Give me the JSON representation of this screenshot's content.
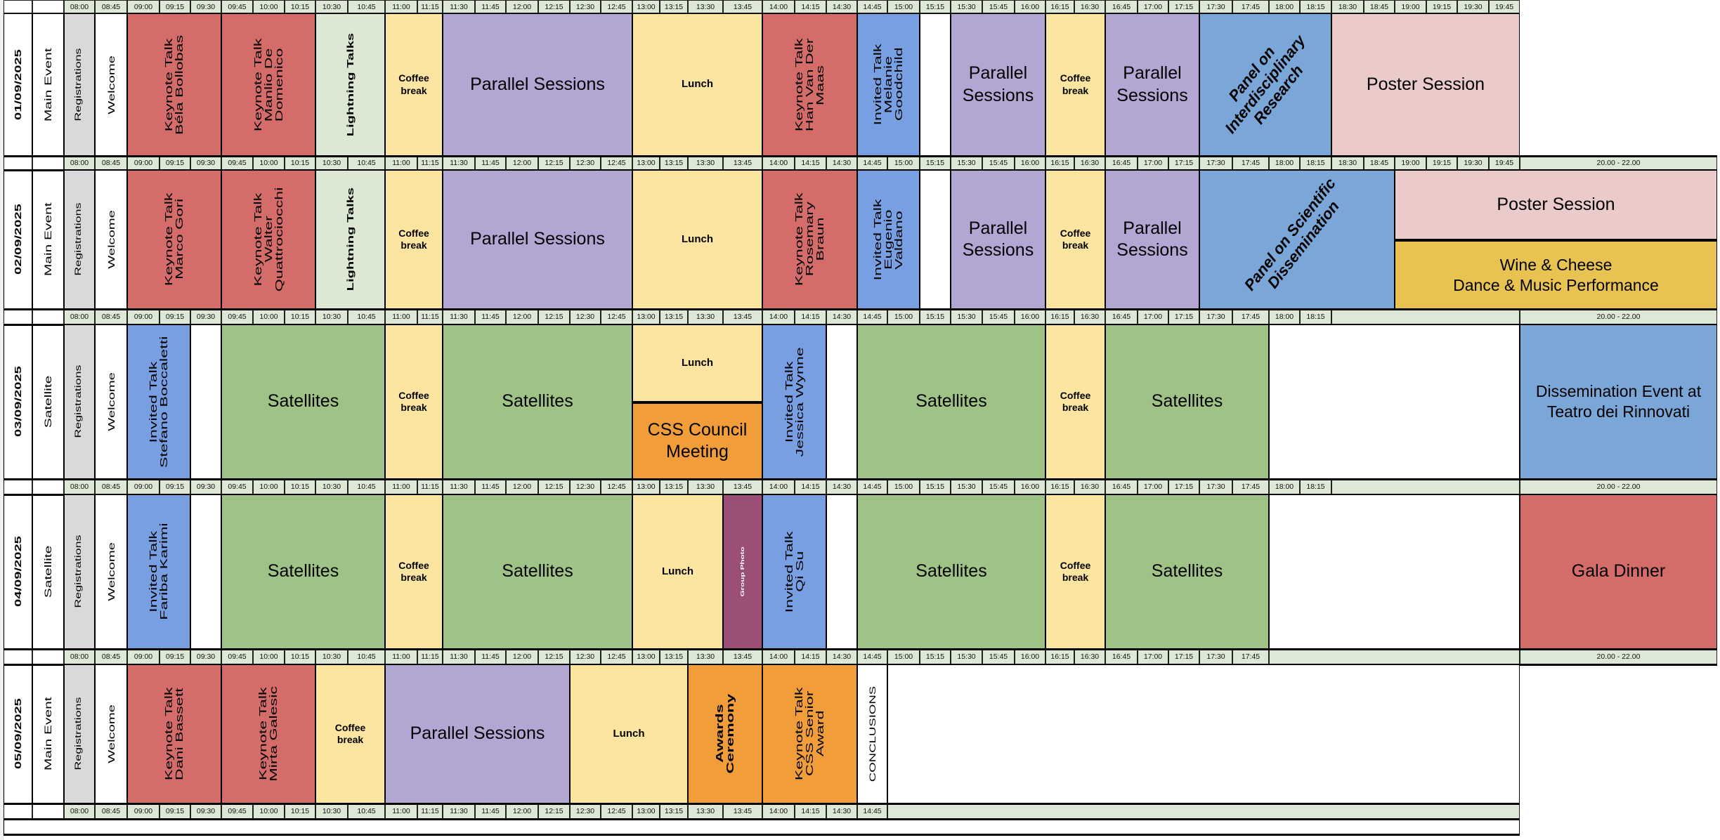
{
  "time_slots": [
    "08:00",
    "08:45",
    "09:00",
    "09:15",
    "09:30",
    "09:45",
    "10:00",
    "10:15",
    "10:30",
    "10:45",
    "11:00",
    "11:15",
    "11:30",
    "11:45",
    "12:00",
    "12:15",
    "12:30",
    "12:45",
    "13:00",
    "13:15",
    "13:30",
    "13:45",
    "14:00",
    "14:15",
    "14:30",
    "14:45",
    "15:00",
    "15:15",
    "15:30",
    "15:45",
    "16:00",
    "16:15",
    "16:30",
    "16:45",
    "17:00",
    "17:15",
    "17:30",
    "17:45",
    "18:00",
    "18:15",
    "18:30",
    "18:45",
    "19:00",
    "19:15",
    "19:30",
    "19:45"
  ],
  "evening_slot": "20.00 - 22.00",
  "time_headers": [
    {
      "last": "19:45",
      "evening": false
    },
    {
      "last": "19:45",
      "evening": true
    },
    {
      "last": "18:15",
      "evening": true
    },
    {
      "last": "18:15",
      "evening": true
    },
    {
      "last": "17:45",
      "evening": true
    },
    {
      "last": "14:45",
      "evening": false
    }
  ],
  "colors": {
    "registration": "#d9d9d9",
    "welcome": "#ffffff",
    "keynote": "#d46c6a",
    "invited": "#789fe2",
    "lightning": "#dce8d4",
    "coffee": "#fbe5a1",
    "parallel": "#b2a6d3",
    "lunch": "#fbe5a1",
    "panel": "#7ba6d8",
    "poster": "#eacbca",
    "wine": "#e9c352",
    "satellite": "#9fc386",
    "council": "#f19e3a",
    "dissemination": "#7ba6d8",
    "gala": "#d46c6a",
    "groupphoto": "#9b4f76",
    "awards": "#f19e3a",
    "senior": "#f19e3a",
    "conclusions": "#ffffff",
    "empty": "#ffffff",
    "header": "#dde9d6"
  },
  "days": [
    {
      "date": "01/09/2025",
      "type": "Main Event",
      "events": [
        {
          "start": "08:00",
          "end": "08:00",
          "kind": "registration",
          "text": "Registrations"
        },
        {
          "start": "08:45",
          "end": "08:45",
          "kind": "welcome",
          "text": "Welcome"
        },
        {
          "start": "09:00",
          "end": "09:30",
          "kind": "keynote",
          "text": "Keynote Talk\nBéla Bollobas"
        },
        {
          "start": "09:45",
          "end": "10:15",
          "kind": "keynote",
          "text": "Keynote Talk\nManlio De\nDomenico"
        },
        {
          "start": "10:30",
          "end": "10:45",
          "kind": "lightning",
          "text": "Lightning Talks"
        },
        {
          "start": "11:00",
          "end": "11:15",
          "kind": "coffee",
          "text": "Coffee\nbreak"
        },
        {
          "start": "11:30",
          "end": "12:45",
          "kind": "parallel",
          "text": "Parallel Sessions"
        },
        {
          "start": "13:00",
          "end": "13:45",
          "kind": "lunch",
          "text": "Lunch"
        },
        {
          "start": "14:00",
          "end": "14:30",
          "kind": "keynote",
          "text": "Keynote Talk\nHan Van Der\nMaas"
        },
        {
          "start": "14:45",
          "end": "15:00",
          "kind": "invited",
          "text": "Invited Talk\nMelanie\nGoodchild"
        },
        {
          "start": "15:15",
          "end": "15:15",
          "kind": "empty",
          "text": ""
        },
        {
          "start": "15:30",
          "end": "16:00",
          "kind": "parallel",
          "text": "Parallel\nSessions"
        },
        {
          "start": "16:15",
          "end": "16:30",
          "kind": "coffee",
          "text": "Coffee\nbreak"
        },
        {
          "start": "16:45",
          "end": "17:15",
          "kind": "parallel",
          "text": "Parallel\nSessions"
        },
        {
          "start": "17:30",
          "end": "18:15",
          "kind": "panel",
          "text": "Panel on\nInterdisciplinary\nResearch"
        },
        {
          "start": "18:30",
          "end": "19:45",
          "kind": "poster",
          "text": "Poster Session"
        }
      ]
    },
    {
      "date": "02/09/2025",
      "type": "Main Event",
      "events": [
        {
          "start": "08:00",
          "end": "08:00",
          "kind": "registration",
          "text": "Registrations"
        },
        {
          "start": "08:45",
          "end": "08:45",
          "kind": "welcome",
          "text": "Welcome"
        },
        {
          "start": "09:00",
          "end": "09:30",
          "kind": "keynote",
          "text": "Keynote Talk\nMarco Gori"
        },
        {
          "start": "09:45",
          "end": "10:15",
          "kind": "keynote",
          "text": "Keynote Talk\nWalter\nQuattrociocchi"
        },
        {
          "start": "10:30",
          "end": "10:45",
          "kind": "lightning",
          "text": "Lightning Talks"
        },
        {
          "start": "11:00",
          "end": "11:15",
          "kind": "coffee",
          "text": "Coffee\nbreak"
        },
        {
          "start": "11:30",
          "end": "12:45",
          "kind": "parallel",
          "text": "Parallel Sessions"
        },
        {
          "start": "13:00",
          "end": "13:45",
          "kind": "lunch",
          "text": "Lunch"
        },
        {
          "start": "14:00",
          "end": "14:30",
          "kind": "keynote",
          "text": "Keynote Talk\nRosemary\nBraun"
        },
        {
          "start": "14:45",
          "end": "15:00",
          "kind": "invited",
          "text": "Invited Talk\nEugenio\nValdano"
        },
        {
          "start": "15:15",
          "end": "15:15",
          "kind": "empty",
          "text": ""
        },
        {
          "start": "15:30",
          "end": "16:00",
          "kind": "parallel",
          "text": "Parallel\nSessions"
        },
        {
          "start": "16:15",
          "end": "16:30",
          "kind": "coffee",
          "text": "Coffee\nbreak"
        },
        {
          "start": "16:45",
          "end": "17:15",
          "kind": "parallel",
          "text": "Parallel\nSessions"
        },
        {
          "start": "17:30",
          "end": "18:45",
          "kind": "panel",
          "text": "Panel on Scientific\nDissemination"
        },
        {
          "start": "19:00",
          "end": "20-22",
          "kind": "poster",
          "half": "top",
          "text": "Poster Session"
        },
        {
          "start": "19:00",
          "end": "20-22",
          "kind": "wine",
          "half": "bottom",
          "text": "Wine & Cheese\nDance & Music Performance"
        }
      ]
    },
    {
      "date": "03/09/2025",
      "type": "Satellite",
      "events": [
        {
          "start": "08:00",
          "end": "08:00",
          "kind": "registration",
          "text": "Registrations"
        },
        {
          "start": "08:45",
          "end": "08:45",
          "kind": "welcome",
          "text": "Welcome"
        },
        {
          "start": "09:00",
          "end": "09:15",
          "kind": "invited",
          "text": "Invited Talk\nStefano Boccaletti"
        },
        {
          "start": "09:30",
          "end": "09:30",
          "kind": "empty",
          "text": ""
        },
        {
          "start": "09:45",
          "end": "10:45",
          "kind": "satellite",
          "text": "Satellites"
        },
        {
          "start": "11:00",
          "end": "11:15",
          "kind": "coffee",
          "text": "Coffee\nbreak"
        },
        {
          "start": "11:30",
          "end": "12:45",
          "kind": "satellite",
          "text": "Satellites"
        },
        {
          "start": "13:00",
          "end": "13:45",
          "kind": "lunch",
          "half": "top",
          "text": "Lunch"
        },
        {
          "start": "13:00",
          "end": "13:45",
          "kind": "council",
          "half": "bottom",
          "text": "CSS Council\nMeeting"
        },
        {
          "start": "14:00",
          "end": "14:15",
          "kind": "invited",
          "text": "Invited Talk\nJessica Wynne"
        },
        {
          "start": "14:30",
          "end": "14:30",
          "kind": "empty",
          "text": ""
        },
        {
          "start": "14:45",
          "end": "16:00",
          "kind": "satellite",
          "text": "Satellites"
        },
        {
          "start": "16:15",
          "end": "16:30",
          "kind": "coffee",
          "text": "Coffee\nbreak"
        },
        {
          "start": "16:45",
          "end": "17:45",
          "kind": "satellite",
          "text": "Satellites"
        },
        {
          "start": "18:00",
          "end": "19:45",
          "kind": "empty",
          "text": ""
        },
        {
          "start": "20-22",
          "end": "20-22",
          "kind": "dissemination",
          "text": "Dissemination Event at\nTeatro dei Rinnovati"
        }
      ]
    },
    {
      "date": "04/09/2025",
      "type": "Satellite",
      "events": [
        {
          "start": "08:00",
          "end": "08:00",
          "kind": "registration",
          "text": "Registrations"
        },
        {
          "start": "08:45",
          "end": "08:45",
          "kind": "welcome",
          "text": "Welcome"
        },
        {
          "start": "09:00",
          "end": "09:15",
          "kind": "invited",
          "text": "Invited Talk\nFariba Karimi"
        },
        {
          "start": "09:30",
          "end": "09:30",
          "kind": "empty",
          "text": ""
        },
        {
          "start": "09:45",
          "end": "10:45",
          "kind": "satellite",
          "text": "Satellites"
        },
        {
          "start": "11:00",
          "end": "11:15",
          "kind": "coffee",
          "text": "Coffee\nbreak"
        },
        {
          "start": "11:30",
          "end": "12:45",
          "kind": "satellite",
          "text": "Satellites"
        },
        {
          "start": "13:00",
          "end": "13:30",
          "kind": "lunch",
          "text": "Lunch"
        },
        {
          "start": "13:45",
          "end": "13:45",
          "kind": "groupphoto",
          "text": "Group Photo"
        },
        {
          "start": "14:00",
          "end": "14:15",
          "kind": "invited",
          "text": "Invited Talk\nQi Su"
        },
        {
          "start": "14:30",
          "end": "14:30",
          "kind": "empty",
          "text": ""
        },
        {
          "start": "14:45",
          "end": "16:00",
          "kind": "satellite",
          "text": "Satellites"
        },
        {
          "start": "16:15",
          "end": "16:30",
          "kind": "coffee",
          "text": "Coffee\nbreak"
        },
        {
          "start": "16:45",
          "end": "17:45",
          "kind": "satellite",
          "text": "Satellites"
        },
        {
          "start": "18:00",
          "end": "19:45",
          "kind": "empty",
          "text": ""
        },
        {
          "start": "20-22",
          "end": "20-22",
          "kind": "gala",
          "text": "Gala Dinner"
        }
      ]
    },
    {
      "date": "05/09/2025",
      "type": "Main Event",
      "events": [
        {
          "start": "08:00",
          "end": "08:00",
          "kind": "registration",
          "text": "Registrations"
        },
        {
          "start": "08:45",
          "end": "08:45",
          "kind": "welcome",
          "text": "Welcome"
        },
        {
          "start": "09:00",
          "end": "09:30",
          "kind": "keynote",
          "text": "Keynote Talk\nDani Bassett"
        },
        {
          "start": "09:45",
          "end": "10:15",
          "kind": "keynote",
          "text": "Keynote Talk\nMirta Galesic"
        },
        {
          "start": "10:30",
          "end": "10:45",
          "kind": "coffee",
          "text": "Coffee\nbreak"
        },
        {
          "start": "11:00",
          "end": "12:15",
          "kind": "parallel",
          "text": "Parallel Sessions"
        },
        {
          "start": "12:30",
          "end": "13:15",
          "kind": "lunch",
          "text": "Lunch"
        },
        {
          "start": "13:30",
          "end": "13:45",
          "kind": "awards",
          "text": "Awards\nCeremony"
        },
        {
          "start": "14:00",
          "end": "14:30",
          "kind": "senior",
          "text": "Keynote Talk\nCSS Senior\nAward"
        },
        {
          "start": "14:45",
          "end": "14:45",
          "kind": "conclusions",
          "text": "CONCLUSIONS"
        },
        {
          "start": "15:00",
          "end": "19:45",
          "kind": "empty",
          "text": ""
        }
      ]
    }
  ]
}
